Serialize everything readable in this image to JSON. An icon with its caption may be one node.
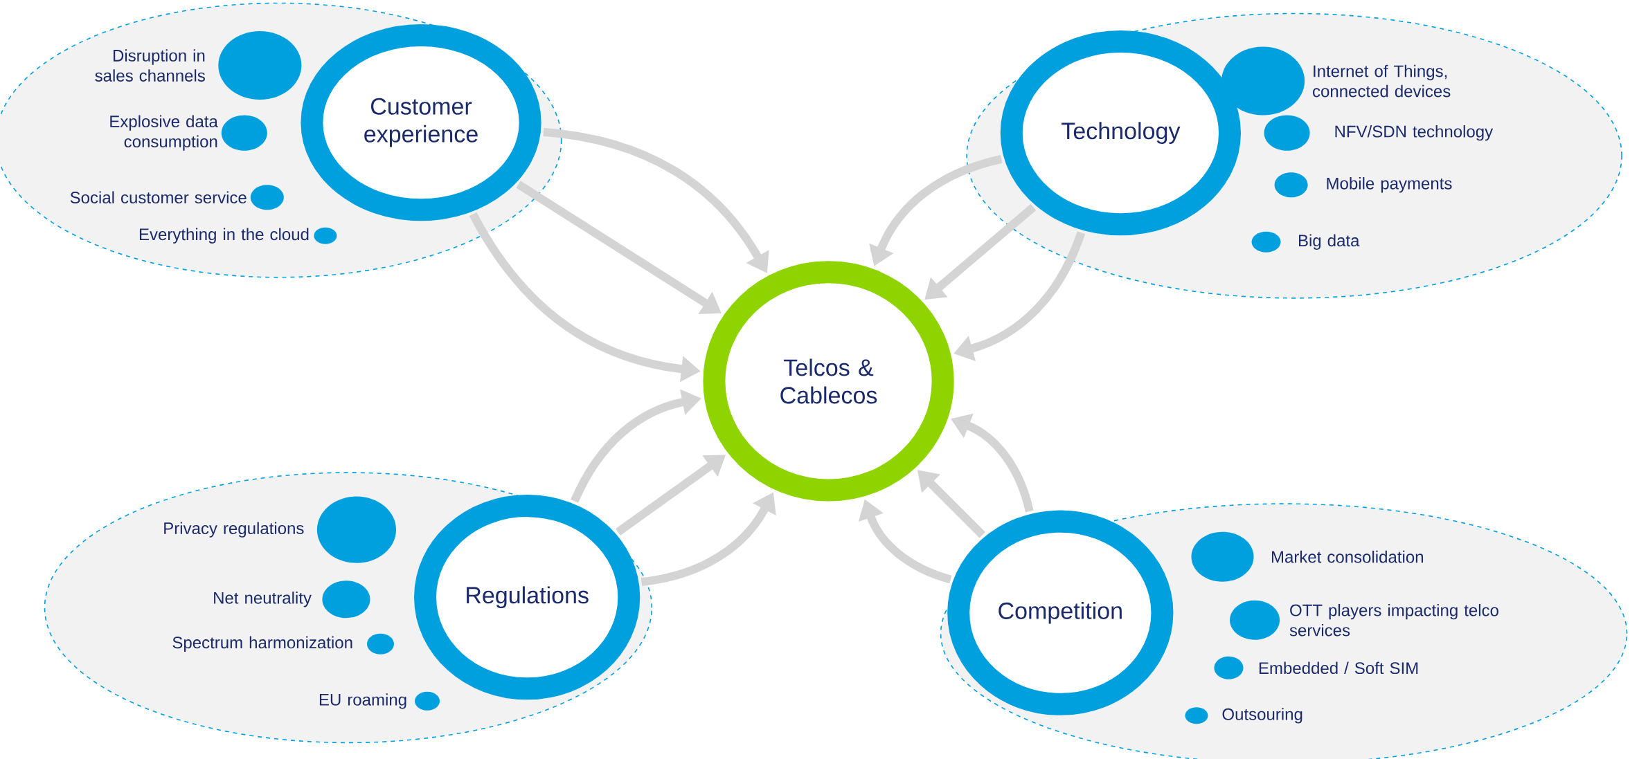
{
  "diagram": {
    "nodes": [
      {
        "text": [],
        "shape": "ellipse"
      },
      {
        "text": [
          "Customer experience"
        ],
        "in": 0
      },
      {
        "text": [],
        "shape": "circle",
        "in": 0,
        "beside": [
          "Disruption in sales channels"
        ]
      },
      {
        "text": [],
        "shape": "circle",
        "in": 0,
        "beside": [
          "Explosive data consumption"
        ]
      },
      {
        "text": [],
        "shape": "circle",
        "in": 0,
        "beside": [
          "Social customer service"
        ]
      },
      {
        "text": [],
        "shape": "circle",
        "in": 0,
        "beside": [
          "Everything in the cloud"
        ]
      },
      {
        "text": [],
        "shape": "ellipse"
      },
      {
        "text": [
          "Technology"
        ],
        "in": 6
      },
      {
        "text": [],
        "shape": "circle",
        "in": 6,
        "beside": [
          "Internet of Things, connected devices"
        ]
      },
      {
        "text": [],
        "shape": "circle",
        "in": 6,
        "beside": [
          "NFV/SDN technology"
        ]
      },
      {
        "text": [],
        "shape": "circle",
        "in": 6,
        "beside": [
          "Mobile payments"
        ]
      },
      {
        "text": [],
        "shape": "circle",
        "in": 6,
        "beside": [
          "Big data"
        ]
      },
      {
        "text": [
          "Telcos & Cablecos"
        ]
      },
      {
        "text": [],
        "shape": "ellipse"
      },
      {
        "text": [
          "Regulations"
        ],
        "in": 13
      },
      {
        "text": [],
        "shape": "circle",
        "in": 13,
        "beside": [
          "Privacy regulations"
        ]
      },
      {
        "text": [],
        "shape": "circle",
        "in": 13,
        "beside": [
          "Net neutrality"
        ]
      },
      {
        "text": [],
        "shape": "circle",
        "in": 13,
        "beside": [
          "Spectrum harmonization"
        ]
      },
      {
        "text": [],
        "shape": "circle",
        "in": 13,
        "beside": [
          "EU roaming"
        ]
      },
      {
        "text": [],
        "shape": "ellipse"
      },
      {
        "text": [
          "Competition"
        ],
        "in": 19
      },
      {
        "text": [],
        "shape": "circle",
        "in": 19,
        "beside": [
          "Market consolidation"
        ]
      },
      {
        "text": [],
        "shape": "circle",
        "in": 19,
        "beside": [
          "OTT players impacting telco services"
        ]
      },
      {
        "text": [],
        "shape": "circle",
        "in": 19,
        "beside": [
          "Embedded / Soft SIM"
        ]
      },
      {
        "text": [],
        "shape": "circle",
        "in": 19,
        "beside": [
          "Outsouring"
        ]
      }
    ],
    "edges": [
      {
        "from": 1,
        "to": 12,
        "arrow": "to"
      },
      {
        "from": 1,
        "to": 12,
        "arrow": "to"
      },
      {
        "from": 1,
        "to": 12,
        "arrow": "to"
      },
      {
        "from": 7,
        "to": 12,
        "arrow": "to"
      },
      {
        "from": 7,
        "to": 12,
        "arrow": "to"
      },
      {
        "from": 7,
        "to": 12,
        "arrow": "to"
      },
      {
        "from": 14,
        "to": 12,
        "arrow": "to"
      },
      {
        "from": 14,
        "to": 12,
        "arrow": "to"
      },
      {
        "from": 14,
        "to": 12,
        "arrow": "to"
      },
      {
        "from": 20,
        "to": 12,
        "arrow": "to"
      },
      {
        "from": 20,
        "to": 12,
        "arrow": "to"
      },
      {
        "from": 20,
        "to": 12,
        "arrow": "to"
      }
    ]
  }
}
